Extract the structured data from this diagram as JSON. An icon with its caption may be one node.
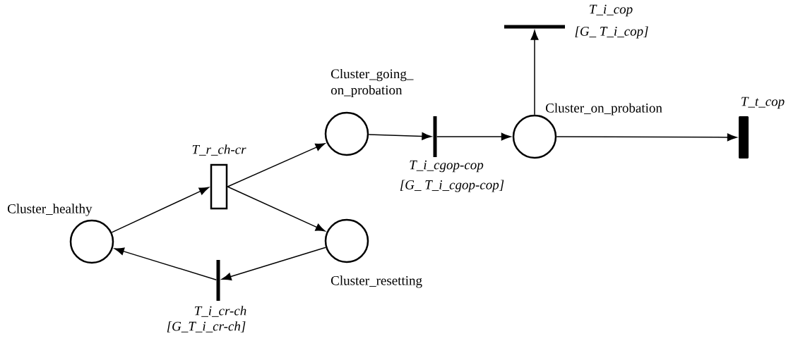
{
  "diagram": {
    "nodes": [
      {
        "text": [
          "Cluster_healthy"
        ]
      },
      {
        "text": [
          "T_r_ch-cr"
        ]
      },
      {
        "text": [
          "Cluster_going_ on_probation"
        ]
      },
      {
        "text": [
          "Cluster_resetting"
        ]
      },
      {
        "text": [
          "T_i_cr-ch",
          "[G_T_i_cr-ch]"
        ]
      },
      {
        "text": [
          "T_i_cgop-cop",
          "[G_ T_i_cgop-cop]"
        ]
      },
      {
        "text": [
          "Cluster_on_probation"
        ]
      },
      {
        "text": [
          "T_i_cop",
          "[G_ T_i_cop]"
        ]
      },
      {
        "text": [
          "T_t_cop"
        ]
      }
    ],
    "edges": [
      {
        "from": 0,
        "to": 1,
        "arrow": "to"
      },
      {
        "from": 1,
        "to": 2,
        "arrow": "to"
      },
      {
        "from": 1,
        "to": 3,
        "arrow": "to"
      },
      {
        "from": 3,
        "to": 4,
        "arrow": "to"
      },
      {
        "from": 4,
        "to": 0,
        "arrow": "to"
      },
      {
        "from": 2,
        "to": 5,
        "arrow": "to"
      },
      {
        "from": 5,
        "to": 6,
        "arrow": "to"
      },
      {
        "from": 6,
        "to": 7,
        "arrow": "to"
      },
      {
        "from": 6,
        "to": 8,
        "arrow": "to"
      }
    ]
  }
}
